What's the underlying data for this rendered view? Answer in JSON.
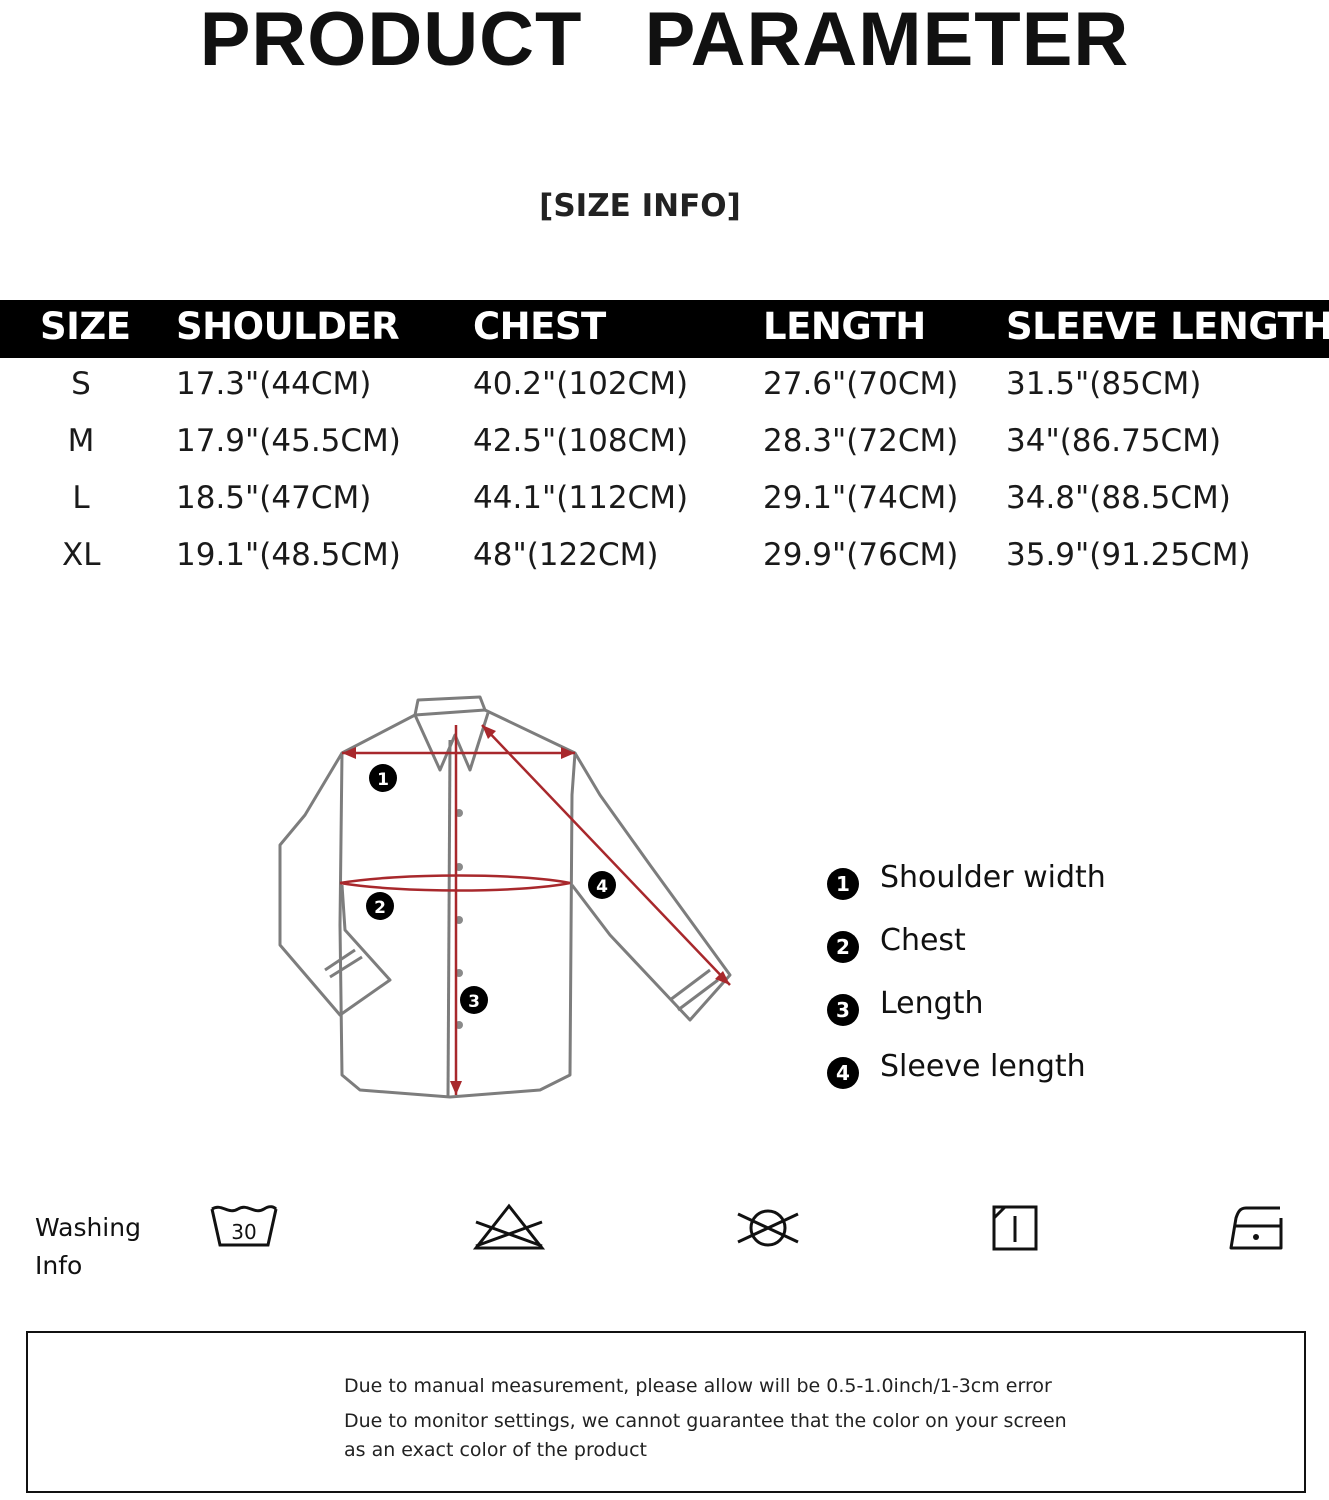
{
  "title": "PRODUCT   PARAMETER",
  "subtitle": "[SIZE INFO]",
  "table": {
    "headers": [
      "SIZE",
      "SHOULDER",
      "CHEST",
      "LENGTH",
      "SLEEVE LENGTH"
    ],
    "rows": [
      [
        "S",
        "17.3\"(44CM)",
        "40.2\"(102CM)",
        "27.6\"(70CM)",
        "31.5\"(85CM)"
      ],
      [
        "M",
        "17.9\"(45.5CM)",
        "42.5\"(108CM)",
        "28.3\"(72CM)",
        "34\"(86.75CM)"
      ],
      [
        "L",
        "18.5\"(47CM)",
        "44.1\"(112CM)",
        "29.1\"(74CM)",
        "34.8\"(88.5CM)"
      ],
      [
        "XL",
        "19.1\"(48.5CM)",
        "48\"(122CM)",
        "29.9\"(76CM)",
        "35.9\"(91.25CM)"
      ]
    ]
  },
  "diagram": {
    "markers": [
      "1",
      "2",
      "3",
      "4"
    ],
    "measure_color": "#a8282c",
    "outline_color": "#7d7d7d"
  },
  "legend": [
    {
      "num": "1",
      "label": "Shoulder width"
    },
    {
      "num": "2",
      "label": "Chest"
    },
    {
      "num": "3",
      "label": "Length"
    },
    {
      "num": "4",
      "label": "Sleeve length"
    }
  ],
  "washing": {
    "label": "Washing Info",
    "icons": [
      "wash-30-icon",
      "do-not-bleach-icon",
      "do-not-tumble-dry-icon",
      "line-dry-icon",
      "iron-icon"
    ],
    "temperature": "30"
  },
  "notice": {
    "line1": "Due to manual measurement, please allow will be 0.5-1.0inch/1-3cm error",
    "line2": "Due to monitor settings, we cannot guarantee that the color on your screen",
    "line3": "as an exact color of the product"
  }
}
